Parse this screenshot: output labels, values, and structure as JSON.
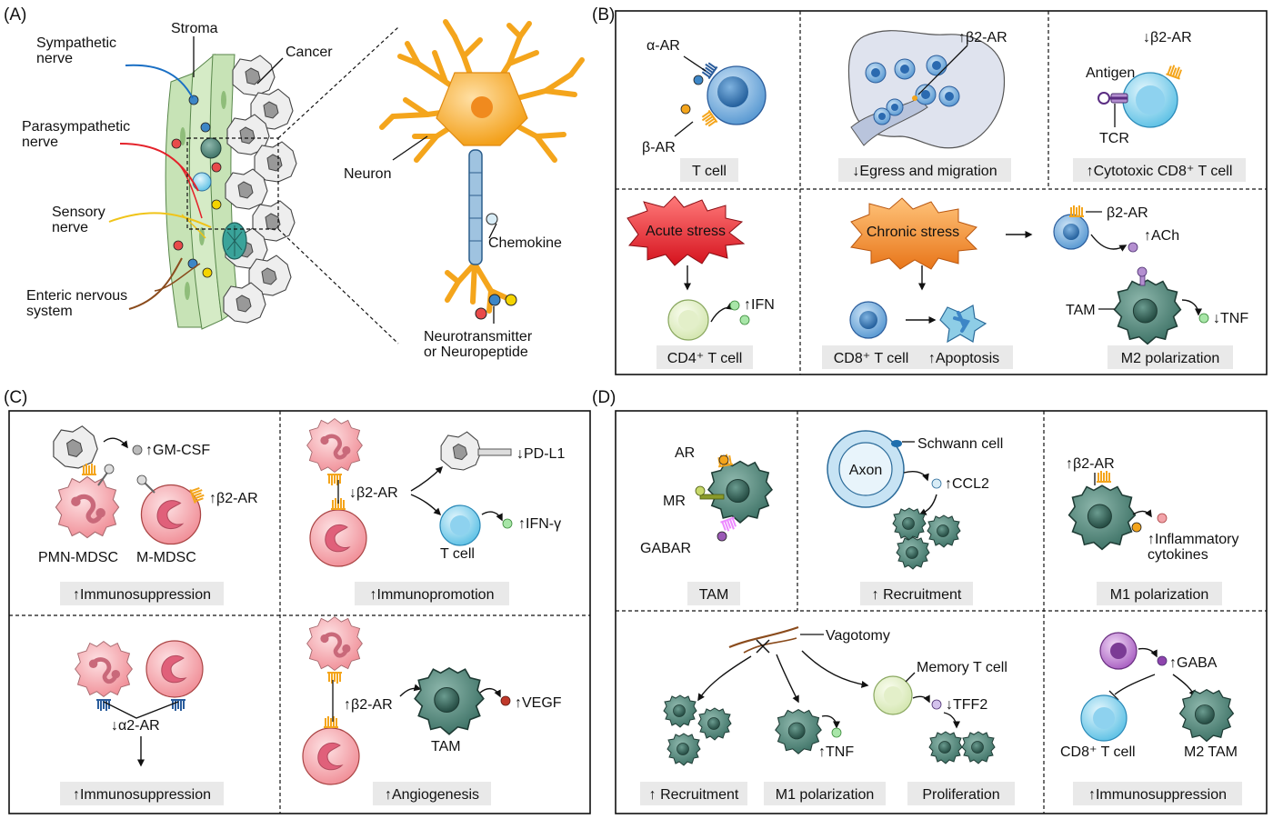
{
  "panels": {
    "A": "(A)",
    "B": "(B)",
    "C": "(C)",
    "D": "(D)"
  },
  "colors": {
    "orange": "#f4a51c",
    "teal": "#3f7a6e",
    "blue": "#3d86c6",
    "pink": "#f2a3a9",
    "purple": "#9b59b6",
    "red_star": "#e8202a",
    "orange_star": "#f08a1e"
  },
  "A": {
    "stroma": "Stroma",
    "sympathetic": "Sympathetic\nnerve",
    "cancer": "Cancer",
    "parasympathetic": "Parasympathetic\nnerve",
    "neuron": "Neuron",
    "sensory": "Sensory\nnerve",
    "chemokine": "Chemokine",
    "enteric": "Enteric nervous\nsystem",
    "neurotransmitter": "Neurotransmitter\nor Neuropeptide"
  },
  "B": {
    "alpha_ar": "α-AR",
    "beta_ar": "β-AR",
    "t_cell": "T cell",
    "up_b2ar": "↑β2-AR",
    "egress": "↓Egress and migration",
    "down_b2ar": "↓β2-AR",
    "antigen": "Antigen",
    "tcr": "TCR",
    "cytotoxic": "↑Cytotoxic CD8⁺ T cell",
    "acute": "Acute stress",
    "up_ifn": "↑IFN",
    "cd4": "CD4⁺ T cell",
    "chronic": "Chronic stress",
    "cd8": "CD8⁺ T cell",
    "apoptosis": "↑Apoptosis",
    "b2ar": "β2-AR",
    "up_ach": "↑ACh",
    "tam": "TAM",
    "down_tnf": "↓TNF",
    "m2": "M2 polarization"
  },
  "C": {
    "gmcsf": "↑GM-CSF",
    "up_b2ar": "↑β2-AR",
    "pmn": "PMN-MDSC",
    "mmdsc": "M-MDSC",
    "immunosupp": "↑Immunosuppression",
    "pdl1": "↓PD-L1",
    "down_b2ar": "↓β2-AR",
    "ifng": "↑IFN-γ",
    "t_cell": "T cell",
    "immunoprom": "↑Immunopromotion",
    "a2ar": "↓α2-AR",
    "immunosupp2": "↑Immunosuppression",
    "up_b2ar2": "↑β2-AR",
    "tam": "TAM",
    "vegf": "↑VEGF",
    "angio": "↑Angiogenesis"
  },
  "D": {
    "ar": "AR",
    "mr": "MR",
    "gabar": "GABAR",
    "tam": "TAM",
    "schwann": "Schwann cell",
    "axon": "Axon",
    "ccl2": "↑CCL2",
    "recruit": "↑ Recruitment",
    "up_b2ar": "↑β2-AR",
    "inflam": "↑Inflammatory\ncytokines",
    "m1": "M1 polarization",
    "vagotomy": "Vagotomy",
    "memory": "Memory T cell",
    "tff2": "↓TFF2",
    "up_tnf": "↑TNF",
    "recruit2": "↑ Recruitment",
    "m1b": "M1 polarization",
    "prolif": "Proliferation",
    "gaba": "↑GABA",
    "cd8": "CD8⁺ T cell",
    "m2tam": "M2 TAM",
    "immunosupp": "↑Immunosuppression"
  }
}
